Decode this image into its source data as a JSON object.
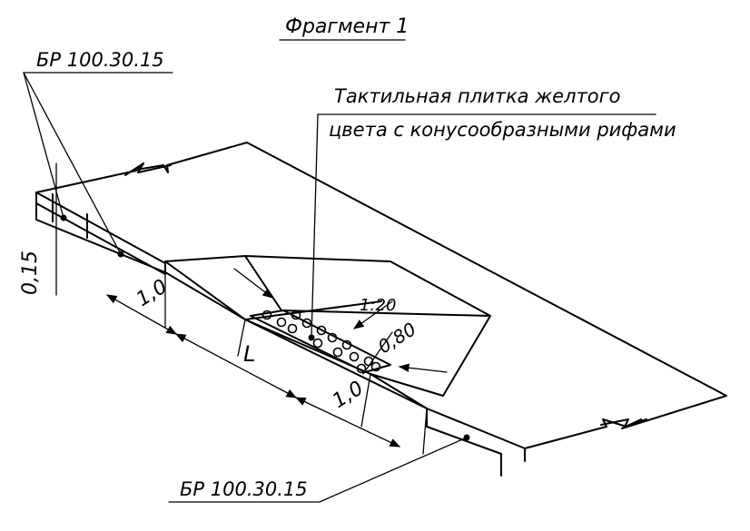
{
  "title": "Фрагмент 1",
  "labels": {
    "top_marker": "БР 100.30.15",
    "bottom_marker": "БР 100.30.15",
    "tile_line1": "Тактильная плитка желтого",
    "tile_line2": "цвета с конусообразными рифами",
    "height": "0,15",
    "ramp_left": "1,0",
    "ramp_right": "1,0",
    "length": "L",
    "slope": "1:20",
    "tile_width": "0,80"
  }
}
